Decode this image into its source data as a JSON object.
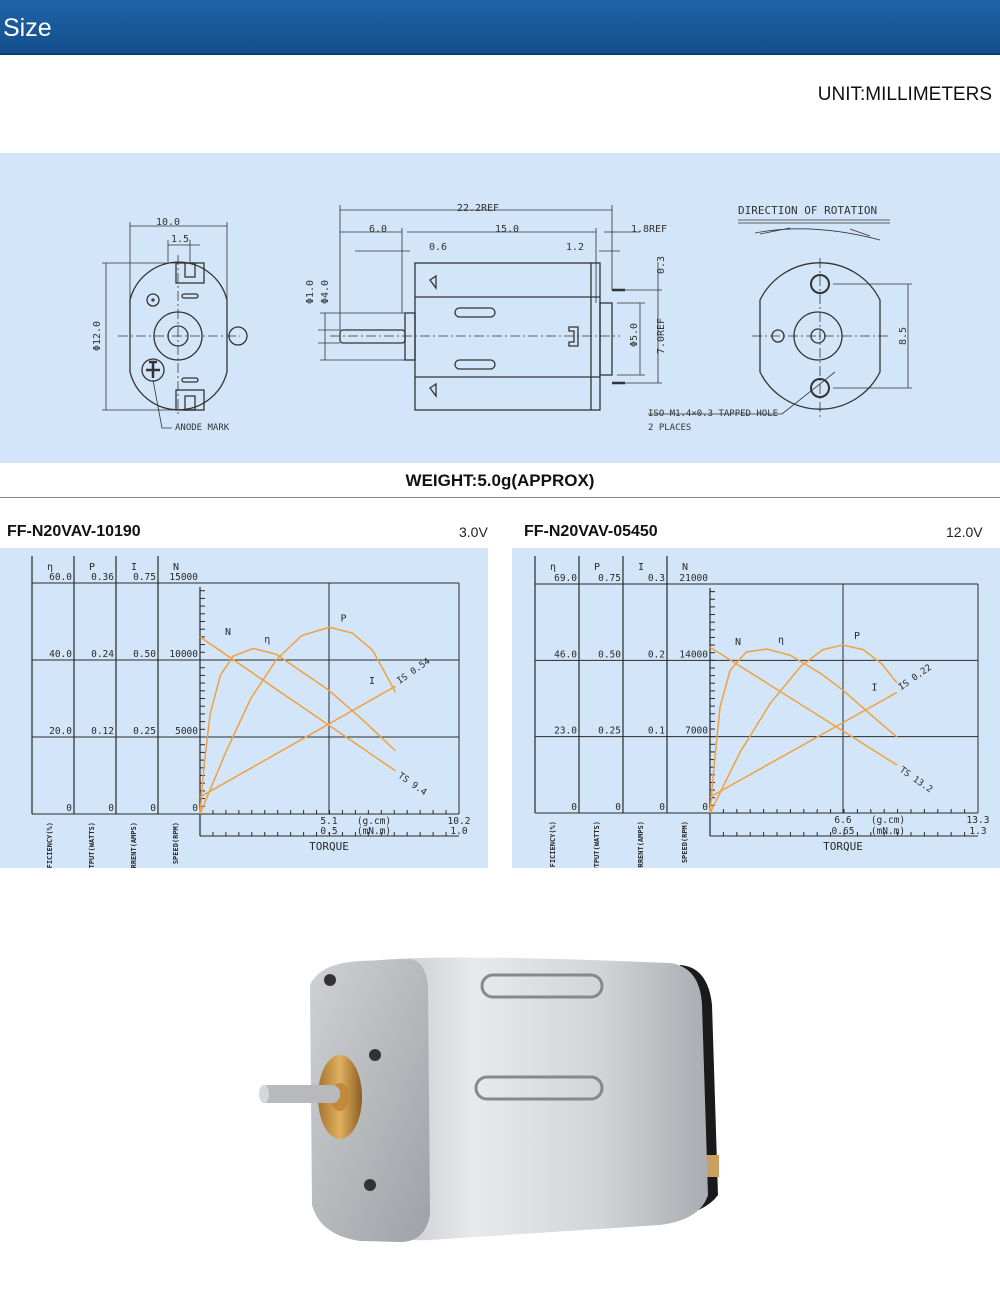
{
  "header": {
    "title": "Size"
  },
  "unit_label": "UNIT:MILLIMETERS",
  "drawing": {
    "front": {
      "width": "10.0",
      "slot": "1.5",
      "diameter": "Φ12.0",
      "anode": "ANODE MARK"
    },
    "side": {
      "overall": "22.2REF",
      "shaft_len": "6.0",
      "body_len": "15.0",
      "rear": "1.8REF",
      "flange": "0.6",
      "cap": "1.2",
      "shaft_d": "Φ1.0",
      "boss_d": "Φ4.0",
      "terminal": "0.3",
      "cap_d": "Φ5.0",
      "term_span": "7.0REF"
    },
    "rear": {
      "rotation": "DIRECTION OF ROTATION",
      "hole_span": "8.5",
      "hole_note": "ISO M1.4×0.3 TAPPED HOLE",
      "hole_places": "2 PLACES"
    }
  },
  "weight": "WEIGHT:5.0g(APPROX)",
  "charts": [
    {
      "model": "FF-N20VAV-10190",
      "voltage": "3.0V"
    },
    {
      "model": "FF-N20VAV-05450",
      "voltage": "12.0V"
    }
  ],
  "chart_data": [
    {
      "type": "line",
      "title": "FF-N20VAV-10190",
      "xlabel": "TORQUE",
      "x_axes": [
        {
          "unit": "(g.cm)",
          "max": 10.2,
          "ticks": [
            "5.1",
            "10.2"
          ]
        },
        {
          "unit": "(mN.m)",
          "max": 1.0,
          "ticks": [
            "0.5",
            "1.0"
          ]
        }
      ],
      "y_axes": [
        {
          "symbol": "η",
          "label": "EFFICIENCY(%)",
          "max": 60,
          "ticks": [
            "0",
            "20.0",
            "40.0",
            "60.0"
          ]
        },
        {
          "symbol": "P",
          "label": "OUTPUT(WATTS)",
          "max": 0.36,
          "ticks": [
            "0",
            "0.12",
            "0.24",
            "0.36"
          ]
        },
        {
          "symbol": "I",
          "label": "CURRENT(AMPS)",
          "max": 0.75,
          "ticks": [
            "0",
            "0.25",
            "0.50",
            "0.75"
          ]
        },
        {
          "symbol": "N",
          "label": "SPEED(RPM)",
          "max": 15000,
          "ticks": [
            "0",
            "5000",
            "10000",
            "15000"
          ]
        }
      ],
      "grid": true,
      "series": [
        {
          "name": "N",
          "axis": 3,
          "points": [
            [
              0,
              11500
            ],
            [
              7.7,
              2800
            ]
          ]
        },
        {
          "name": "η",
          "axis": 0,
          "points": [
            [
              0,
              0
            ],
            [
              0.15,
              12
            ],
            [
              0.4,
              26
            ],
            [
              0.8,
              36
            ],
            [
              1.3,
              41
            ],
            [
              2.1,
              43
            ],
            [
              3,
              41.5
            ],
            [
              4,
              37
            ],
            [
              5.1,
              32
            ],
            [
              6.4,
              24.5
            ],
            [
              7.7,
              16.4
            ]
          ]
        },
        {
          "name": "P",
          "axis": 1,
          "points": [
            [
              0,
              0
            ],
            [
              1,
              0.095
            ],
            [
              2,
              0.18
            ],
            [
              3,
              0.24
            ],
            [
              4,
              0.278
            ],
            [
              5.1,
              0.291
            ],
            [
              6,
              0.282
            ],
            [
              6.8,
              0.255
            ],
            [
              7.7,
              0.19
            ]
          ]
        },
        {
          "name": "I",
          "axis": 2,
          "points": [
            [
              0,
              0.055
            ],
            [
              7.7,
              0.415
            ]
          ]
        }
      ],
      "annotations": [
        "IS 0.54",
        "TS 9.4"
      ]
    },
    {
      "type": "line",
      "title": "FF-N20VAV-05450",
      "xlabel": "TORQUE",
      "x_axes": [
        {
          "unit": "(g.cm)",
          "max": 13.3,
          "ticks": [
            "6.6",
            "13.3"
          ]
        },
        {
          "unit": "(mN.m)",
          "max": 1.3,
          "ticks": [
            "0.65",
            "1.3"
          ]
        }
      ],
      "y_axes": [
        {
          "symbol": "η",
          "label": "EFFICIENCY(%)",
          "max": 69,
          "ticks": [
            "0",
            "23.0",
            "46.0",
            "69.0"
          ]
        },
        {
          "symbol": "P",
          "label": "OUTPUT(WATTS)",
          "max": 0.75,
          "ticks": [
            "0",
            "0.25",
            "0.50",
            "0.75"
          ]
        },
        {
          "symbol": "I",
          "label": "CURRENT(AMPS)",
          "max": 0.3,
          "ticks": [
            "0",
            "0.1",
            "0.2",
            "0.3"
          ]
        },
        {
          "symbol": "N",
          "label": "SPEED(RPM)",
          "max": 21000,
          "ticks": [
            "0",
            "7000",
            "14000",
            "21000"
          ]
        }
      ],
      "grid": true,
      "series": [
        {
          "name": "N",
          "axis": 3,
          "points": [
            [
              0,
              15200
            ],
            [
              9.28,
              4400
            ]
          ]
        },
        {
          "name": "η",
          "axis": 0,
          "points": [
            [
              0,
              0
            ],
            [
              0.2,
              14
            ],
            [
              0.5,
              32
            ],
            [
              1,
              43
            ],
            [
              1.8,
              48.5
            ],
            [
              2.83,
              49.4
            ],
            [
              4,
              47.5
            ],
            [
              5.5,
              42
            ],
            [
              6.6,
              37
            ],
            [
              8,
              29.5
            ],
            [
              9.28,
              22.9
            ]
          ]
        },
        {
          "name": "P",
          "axis": 1,
          "points": [
            [
              0,
              0
            ],
            [
              1.5,
              0.2
            ],
            [
              3,
              0.36
            ],
            [
              4.5,
              0.48
            ],
            [
              5.6,
              0.535
            ],
            [
              6.6,
              0.55
            ],
            [
              7.6,
              0.535
            ],
            [
              8.5,
              0.49
            ],
            [
              9.28,
              0.426
            ]
          ]
        },
        {
          "name": "I",
          "axis": 2,
          "points": [
            [
              0,
              0.021
            ],
            [
              9.28,
              0.158
            ]
          ]
        }
      ],
      "annotations": [
        "IS 0.22",
        "TS 13.2"
      ]
    }
  ],
  "colors": {
    "header": "#1a5a9c",
    "panel": "#d3e5f8",
    "curve": "#f0a040",
    "ink": "#2a2a2a"
  }
}
